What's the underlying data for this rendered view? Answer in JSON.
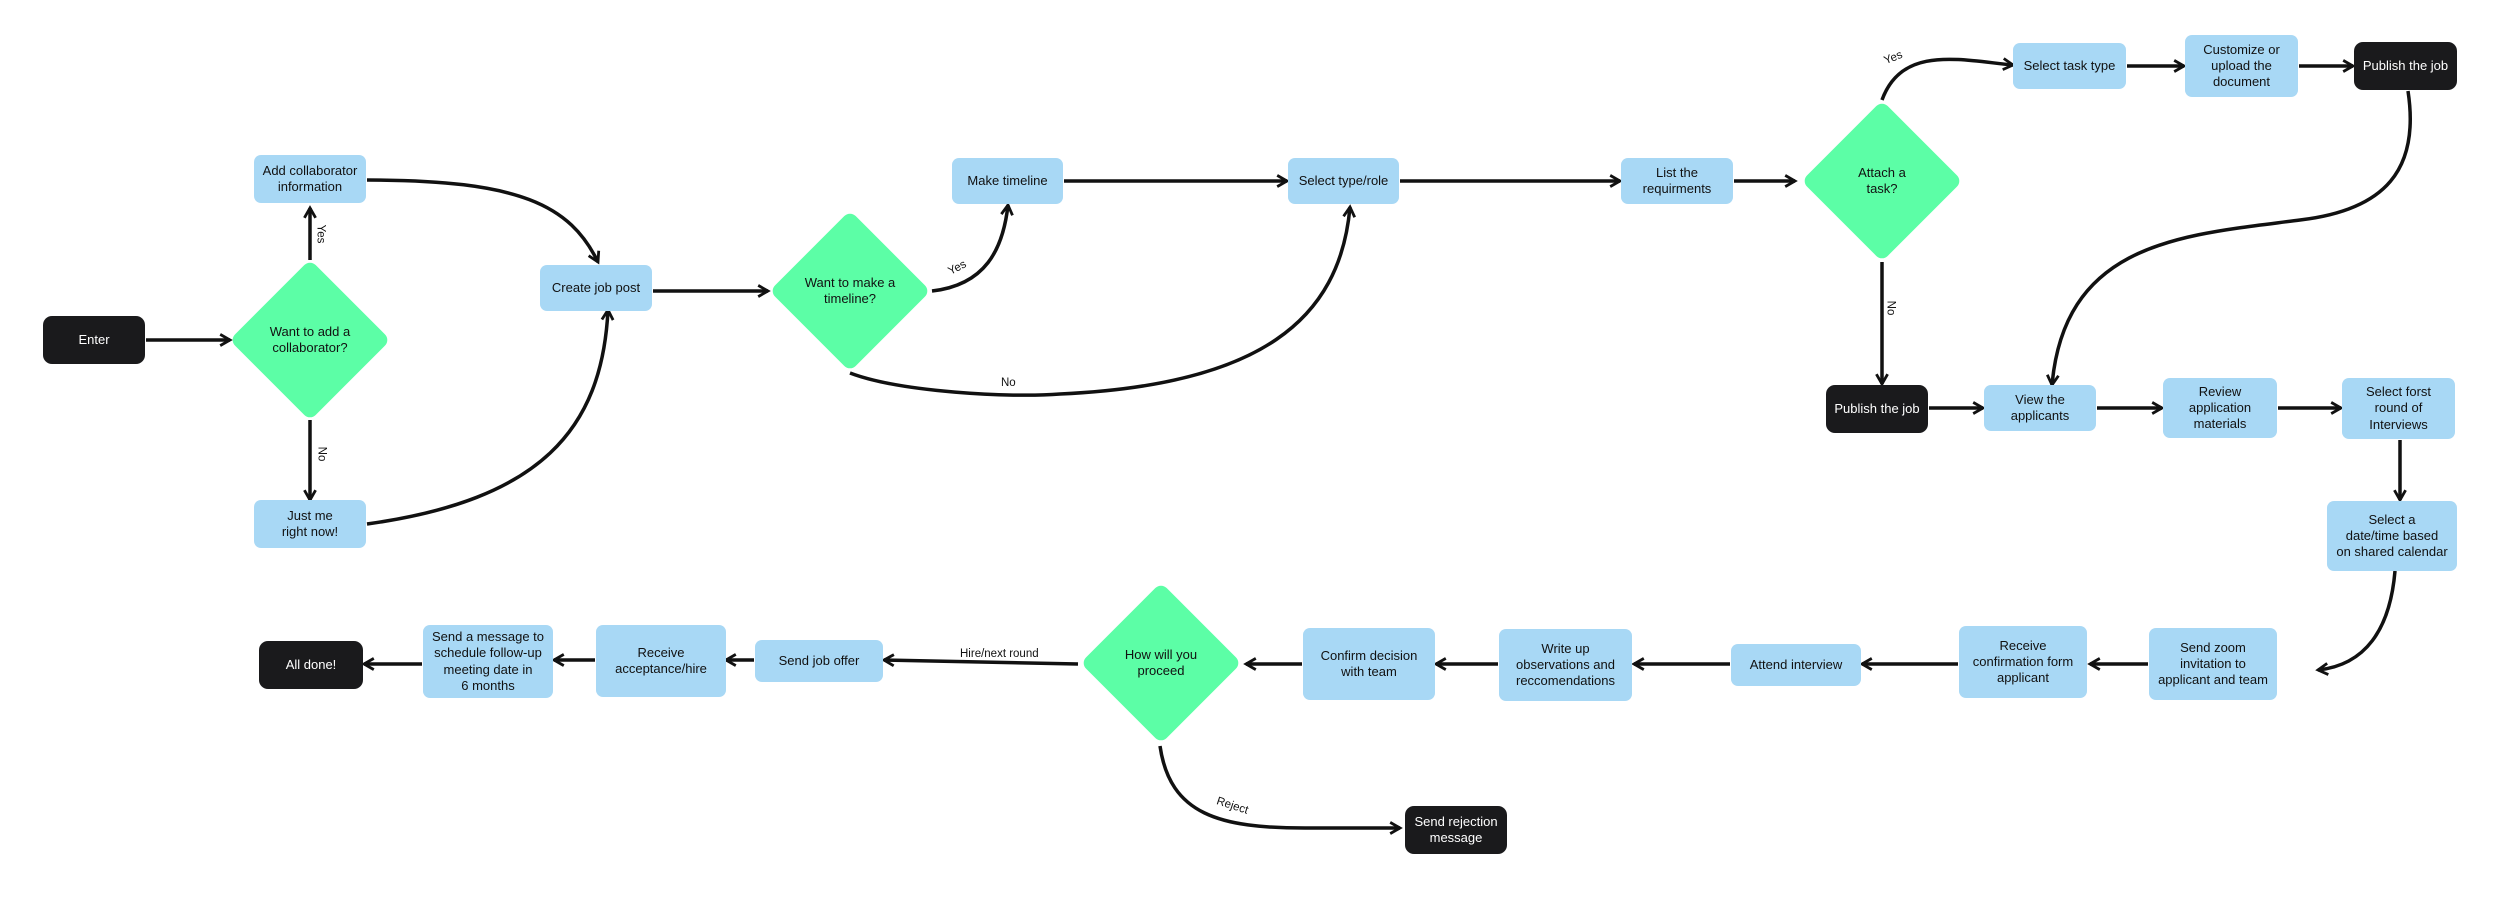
{
  "nodes": {
    "enter": "Enter",
    "want_collaborator": "Want to add a\ncollaborator?",
    "add_collaborator": "Add collaborator\ninformation",
    "just_me": "Just me\nright now!",
    "create_job_post": "Create job post",
    "want_timeline": "Want to make a\ntimeline?",
    "make_timeline": "Make timeline",
    "select_type_role": "Select type/role",
    "list_requirements": "List the\nrequirments",
    "attach_task": "Attach a\ntask?",
    "select_task_type": "Select task type",
    "customize_upload": "Customize or\nupload the\ndocument",
    "publish_job_top": "Publish the job",
    "publish_job_mid": "Publish the job",
    "view_applicants": "View the\napplicants",
    "review_materials": "Review\napplication\nmaterials",
    "select_first_round": "Select forst\nround of\nInterviews",
    "select_date_time": "Select a\ndate/time based\non shared calendar",
    "send_zoom": "Send zoom\ninvitation to\napplicant and team",
    "receive_confirmation": "Receive\nconfirmation form\napplicant",
    "attend_interview": "Attend interview",
    "write_observations": "Write up\nobservations and\nreccomendations",
    "confirm_decision": "Confirm decision\nwith team",
    "how_proceed": "How will you\nproceed",
    "send_rejection": "Send rejection\nmessage",
    "send_job_offer": "Send job offer",
    "receive_acceptance": "Receive\nacceptance/hire",
    "send_message_followup": "Send a message to\nschedule follow-up\nmeeting date in\n6 months",
    "all_done": "All done!"
  },
  "edge_labels": {
    "yes_collaborator": "Yes",
    "no_collaborator": "No",
    "yes_timeline": "Yes",
    "no_timeline": "No",
    "yes_task": "Yes",
    "no_task": "No",
    "hire_next_round": "Hire/next round",
    "reject": "Reject"
  },
  "colors": {
    "process": "#a8d8f5",
    "decision": "#5cfea6",
    "terminal": "#1a1a1c",
    "connector": "#111111"
  }
}
